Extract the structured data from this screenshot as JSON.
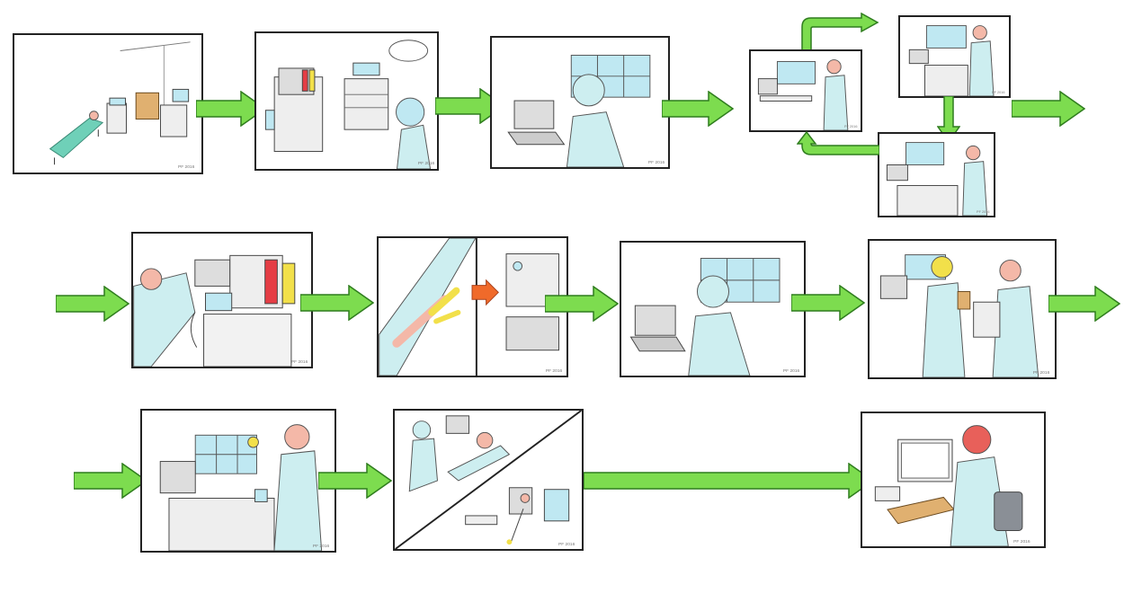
{
  "storyboard": {
    "rows": [
      {
        "panels": [
          "patient-arrival",
          "equipment-setup",
          "ehr-laptop-review",
          "prep-cycle"
        ]
      },
      {
        "panels": [
          "patient-monitor",
          "iv-and-screen",
          "laptop-entry",
          "handover-check"
        ]
      },
      {
        "panels": [
          "drug-preparation",
          "recovery-and-cleaning",
          "final-documentation"
        ]
      }
    ],
    "signatures": [
      "PF 2016",
      "PF 2016",
      "PF 2016",
      "PF 2016",
      "PF 2016",
      "PF 2016",
      "PF 2016",
      "PF 2016",
      "PF 2016",
      "PF 2016",
      "PF 2016",
      "PF 2016",
      "PF 2016"
    ]
  },
  "colors": {
    "flow_arrow": "#7ddc4f",
    "flow_arrow_edge": "#2f7d1e",
    "alert_arrow": "#f06a2a",
    "screen_cyan": "#bfe8f2",
    "scrub_blue": "#cdeef0",
    "sheet_teal": "#6fd0b8",
    "skin": "#f4b8a8",
    "monitor_red": "#e53d45",
    "glove_yellow": "#f2e04a"
  }
}
